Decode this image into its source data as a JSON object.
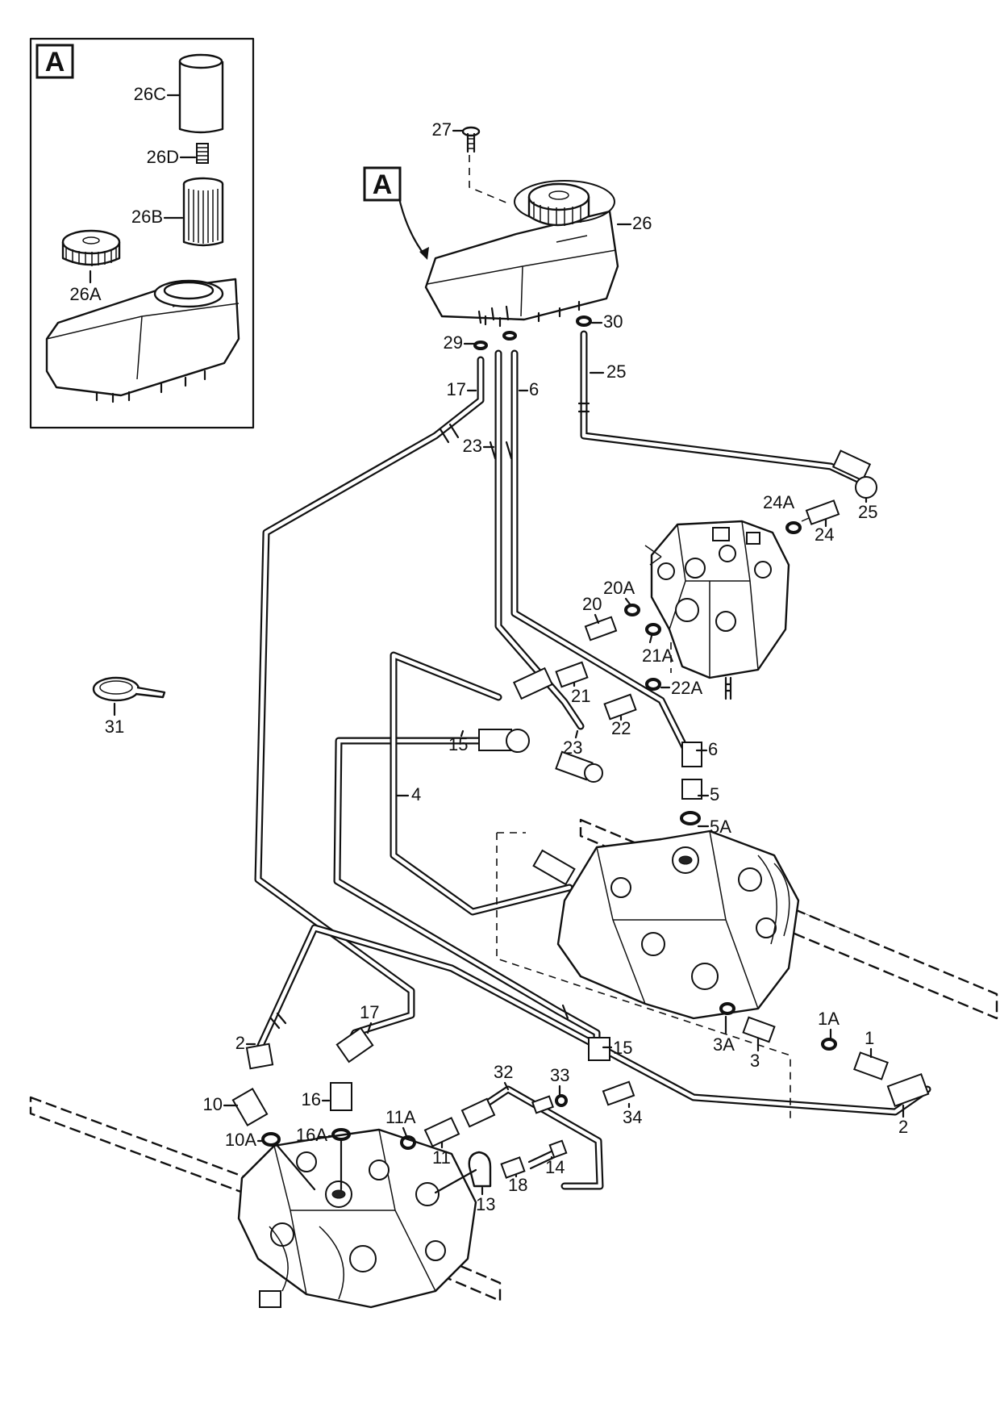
{
  "detail": {
    "flag": "A"
  },
  "callout_labels": {
    "p26C": "26C",
    "p26D": "26D",
    "p26B": "26B",
    "p26A": "26A",
    "p27": "27",
    "p26": "26",
    "p30": "30",
    "p29": "29",
    "p25_top": "25",
    "p17_top": "17",
    "p6_top": "6",
    "p23_top": "23",
    "p24A": "24A",
    "p24": "24",
    "p25": "25",
    "p20A": "20A",
    "p20": "20",
    "p21A": "21A",
    "p21": "21",
    "p22A": "22A",
    "p22": "22",
    "p23": "23",
    "p15_mid": "15",
    "p6": "6",
    "p5": "5",
    "p5A": "5A",
    "p4": "4",
    "p31": "31",
    "p17": "17",
    "p2_left": "2",
    "p15": "15",
    "p1A": "1A",
    "p1": "1",
    "p3A": "3A",
    "p3": "3",
    "p32": "32",
    "p33": "33",
    "p34": "34",
    "p10": "10",
    "p10A": "10A",
    "p16": "16",
    "p16A": "16A",
    "p11A": "11A",
    "p11": "11",
    "p13": "13",
    "p18": "18",
    "p14": "14",
    "p2": "2"
  },
  "icons": [
    "transaxle-icon",
    "hydraulic-valve-icon",
    "reservoir-icon",
    "filter-icon",
    "cap-icon",
    "cable-tie-icon",
    "screw-icon"
  ]
}
